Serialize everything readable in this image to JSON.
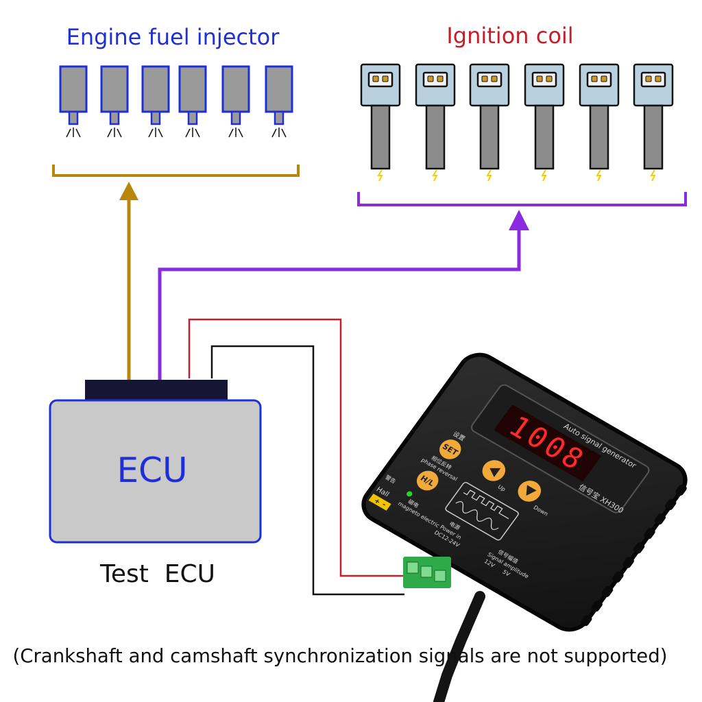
{
  "injector_group": {
    "title": "Engine fuel injector",
    "count": 6,
    "color": "#1f2fd6",
    "bracket_color": "#b8860b"
  },
  "coil_group": {
    "title": "Ignition coil",
    "count": 6,
    "title_color": "#c41e2a",
    "bracket_color": "#8a2be2"
  },
  "ecu": {
    "label": "ECU",
    "caption": "Test  ECU",
    "fill": "#c9c9c9",
    "border": "#1f2fd6"
  },
  "device": {
    "brand": "Auto signal generator",
    "model": "信号宝 XH300",
    "display_value": "1008",
    "set_label": "SET",
    "set_cn": "设置",
    "hl_label": "H/L",
    "phase_cn": "相位反转",
    "phase_label": "phase reversal",
    "up_label": "Up",
    "down_label": "Down",
    "alarm_cn": "警告",
    "hall_label": "Hall",
    "magneto_cn": "磁电",
    "magneto_label": "magneto electric",
    "power_cn": "电源",
    "power_label": "Power in",
    "power_range": "DC12-24V",
    "amp_cn": "信号幅值",
    "amp_label": "Signal amplitude",
    "amp_values": "12V      5V",
    "terminal_plus": "+",
    "terminal_minus": "-"
  },
  "wires": {
    "injector_signal": "#b8860b",
    "coil_signal": "#8a2be2",
    "red_signal": "#c41e2a",
    "black_signal": "#111111"
  },
  "footnote": "(Crankshaft and camshaft synchronization signals are not supported)"
}
